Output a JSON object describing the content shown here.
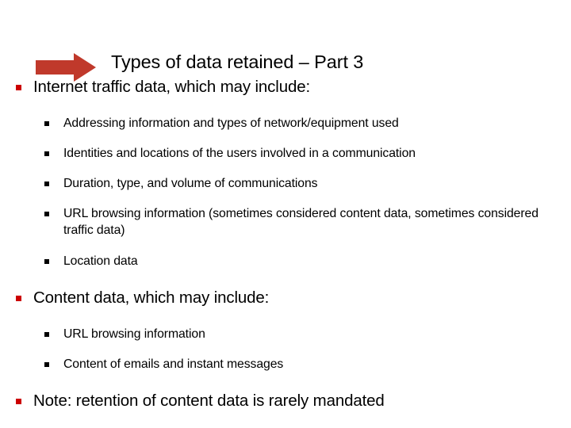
{
  "slide": {
    "title": "Types of data retained – Part 3",
    "title_icon": "right-arrow-icon",
    "accent_color": "#c0392b",
    "bullet_color_level1": "#cc0000",
    "bullet_color_level2": "#000000",
    "background_color": "#ffffff"
  },
  "content": {
    "groups": [
      {
        "heading": "Internet traffic data, which may include:",
        "items": [
          "Addressing information and types of network/equipment used",
          "Identities and locations of the users involved in a communication",
          "Duration, type, and volume of communications",
          "URL browsing information (sometimes considered content data, sometimes considered traffic data)",
          "Location data"
        ]
      },
      {
        "heading": "Content data, which may include:",
        "items": [
          "URL browsing information",
          "Content of emails and instant messages"
        ]
      },
      {
        "heading": "Note: retention of content data is rarely mandated",
        "items": []
      }
    ]
  }
}
